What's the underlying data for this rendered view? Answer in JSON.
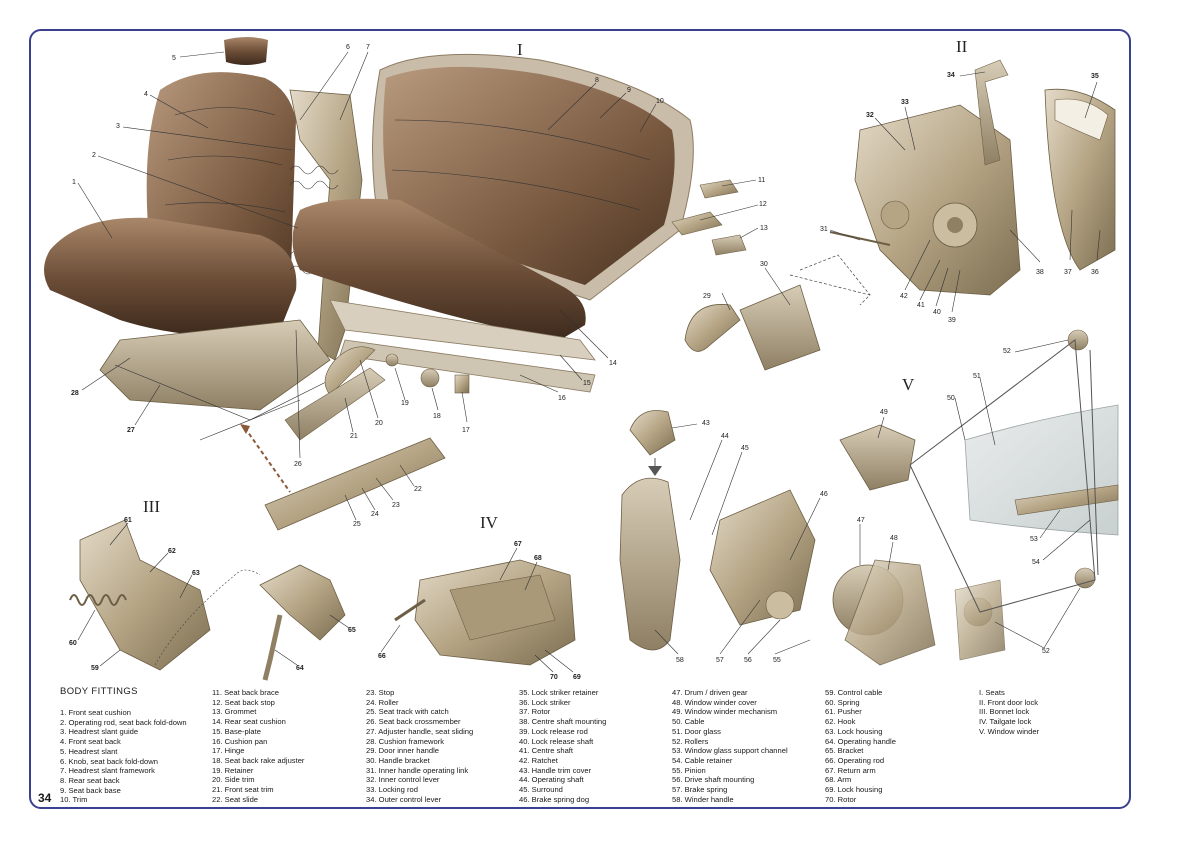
{
  "page_number": "34",
  "legend_title": "BODY FITTINGS",
  "sections": [
    "I",
    "II",
    "III",
    "IV",
    "V"
  ],
  "callouts": {
    "c1": "1",
    "c2": "2",
    "c3": "3",
    "c4": "4",
    "c5": "5",
    "c6": "6",
    "c7": "7",
    "c8": "8",
    "c9": "9",
    "c10": "10",
    "c11": "11",
    "c12": "12",
    "c13": "13",
    "c14": "14",
    "c15": "15",
    "c16": "16",
    "c17": "17",
    "c18": "18",
    "c19": "19",
    "c20": "20",
    "c21": "21",
    "c22": "22",
    "c23": "23",
    "c24": "24",
    "c25": "25",
    "c26": "26",
    "c27": "27",
    "c28": "28",
    "c29": "29",
    "c30": "30",
    "c31": "31",
    "c32": "32",
    "c33": "33",
    "c34": "34",
    "c35": "35",
    "c36": "36",
    "c37": "37",
    "c38": "38",
    "c39": "39",
    "c40": "40",
    "c41": "41",
    "c42": "42",
    "c43": "43",
    "c44": "44",
    "c45": "45",
    "c46": "46",
    "c47": "47",
    "c48": "48",
    "c49": "49",
    "c50": "50",
    "c51": "51",
    "c52a": "52",
    "c52b": "52",
    "c53": "53",
    "c54": "54",
    "c55": "55",
    "c56": "56",
    "c57": "57",
    "c58": "58",
    "c59": "59",
    "c60": "60",
    "c61": "61",
    "c62": "62",
    "c63": "63",
    "c64": "64",
    "c65": "65",
    "c66": "66",
    "c67": "67",
    "c68": "68",
    "c69": "69",
    "c70": "70"
  },
  "legend_columns": [
    [
      "1. Front seat cushion",
      "2. Operating rod, seat back fold-down",
      "3. Headrest slant guide",
      "4. Front seat back",
      "5. Headrest slant",
      "6. Knob, seat back fold-down",
      "7. Headrest slant framework",
      "8. Rear seat back",
      "9. Seat back base",
      "10. Trim"
    ],
    [
      "11. Seat back brace",
      "12. Seat back stop",
      "13. Grommet",
      "14. Rear seat cushion",
      "15. Base-plate",
      "16. Cushion pan",
      "17. Hinge",
      "18. Seat back rake adjuster",
      "19. Retainer",
      "20. Side trim",
      "21. Front seat trim",
      "22. Seat slide"
    ],
    [
      "23. Stop",
      "24. Roller",
      "25. Seat track with catch",
      "26. Seat back crossmember",
      "27. Adjuster handle, seat sliding",
      "28. Cushion framework",
      "29. Door inner handle",
      "30. Handle bracket",
      "31. Inner handle operating link",
      "32. Inner control lever",
      "33. Locking rod",
      "34. Outer control lever"
    ],
    [
      "35. Lock striker retainer",
      "36. Lock striker",
      "37. Rotor",
      "38. Centre shaft mounting",
      "39. Lock release rod",
      "40. Lock release shaft",
      "41. Centre shaft",
      "42. Ratchet",
      "43. Handle trim cover",
      "44. Operating shaft",
      "45. Surround",
      "46. Brake spring dog"
    ],
    [
      "47. Drum / driven gear",
      "48. Window winder cover",
      "49. Window winder mechanism",
      "50. Cable",
      "51. Door glass",
      "52. Rollers",
      "53. Window glass support channel",
      "54. Cable retainer",
      "55. Pinion",
      "56. Drive shaft mounting",
      "57. Brake spring",
      "58. Winder handle"
    ],
    [
      "59. Control cable",
      "60. Spring",
      "61. Pusher",
      "62. Hook",
      "63. Lock housing",
      "64. Operating handle",
      "65. Bracket",
      "66. Operating rod",
      "67. Return arm",
      "68. Arm",
      "69. Lock housing",
      "70. Rotor"
    ],
    [
      "I. Seats",
      "II. Front door lock",
      "III. Bonnet lock",
      "IV. Tailgate lock",
      "V. Window winder"
    ]
  ]
}
